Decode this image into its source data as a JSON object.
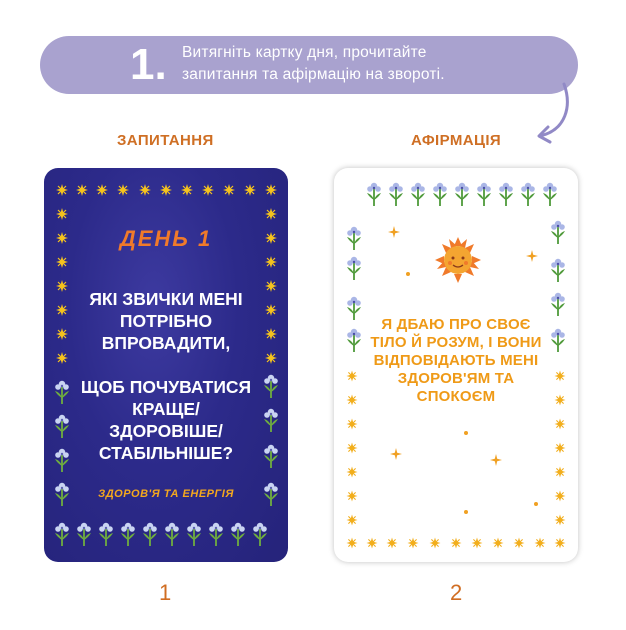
{
  "step": {
    "number": "1.",
    "text_line1": "Витягніть картку дня, прочитайте",
    "text_line2": "запитання та афірмацію на звороті."
  },
  "labels": {
    "question": "ЗАПИТАННЯ",
    "affirmation": "АФІРМАЦІЯ"
  },
  "question_card": {
    "day": "ДЕНЬ 1",
    "question_part1": "ЯКІ ЗВИЧКИ МЕНІ ПОТРІБНО ВПРОВАДИТИ,",
    "question_part2": "ЩОБ ПОЧУВАТИСЯ КРАЩЕ/ ЗДОРОВІШЕ/ СТАБІЛЬНІШЕ?",
    "category": "ЗДОРОВ'Я ТА ЕНЕРГІЯ"
  },
  "affirmation_card": {
    "text": "Я ДБАЮ ПРО СВОЄ ТІЛО Й РОЗУМ, І ВОНИ ВІДПОВІДАЮТЬ МЕНІ ЗДОРОВ'ЯМ ТА СПОКОЄМ"
  },
  "numbers": {
    "first": "1",
    "second": "2"
  },
  "colors": {
    "banner": "#a9a2cf",
    "label_orange": "#cf6f24",
    "card_navy": "#2c2a8a",
    "star_yellow": "#f4c21e",
    "affirmation_orange": "#ef9a17"
  },
  "icons": [
    "sparkle-star-icon",
    "flower-icon",
    "sun-face-icon",
    "curved-arrow-icon"
  ]
}
